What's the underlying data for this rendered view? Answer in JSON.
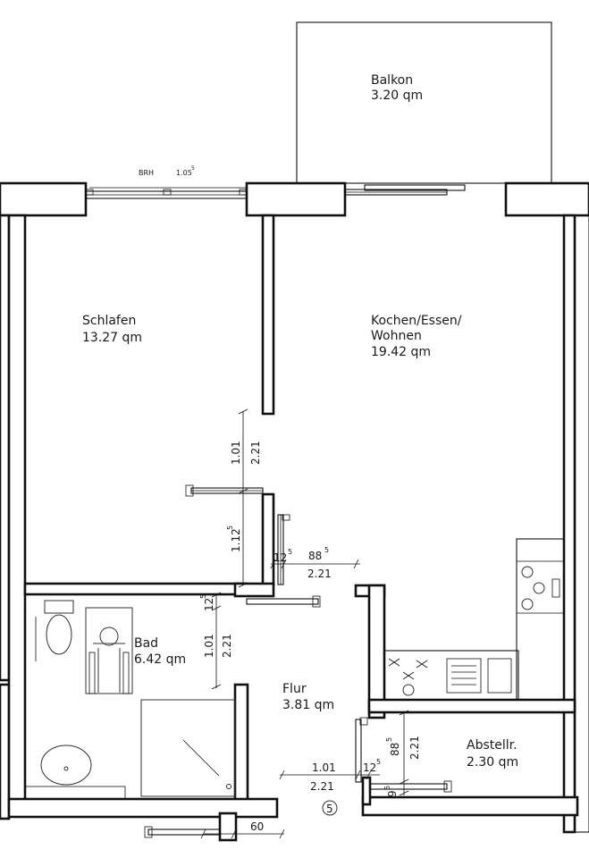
{
  "rooms": [
    {
      "name": "Balkon",
      "area": "3.20 qm"
    },
    {
      "name": "Schlafen",
      "area": "13.27 qm"
    },
    {
      "name": "Kochen/Essen/",
      "name2": "Wohnen",
      "area": "19.42 qm"
    },
    {
      "name": "Bad",
      "area": "6.42 qm"
    },
    {
      "name": "Flur",
      "area": "3.81 qm"
    },
    {
      "name": "Abstellr.",
      "area": "2.30 qm"
    }
  ],
  "window_label": {
    "brh": "BRH",
    "value": "1.05",
    "sup": "5"
  },
  "dimensions": {
    "d_101_top": "1.01",
    "d_221_top": "2.21",
    "d_112": "1.12",
    "d_112_sup": "5",
    "d_12_a": "12",
    "d_12_a_sup": "5",
    "d_88_a": "88",
    "d_88_a_sup": "5",
    "d_221_mid": "2.21",
    "d_12_b": "12",
    "d_12_b_sup": "5",
    "d_101_bad": "1.01",
    "d_221_bad": "2.21",
    "d_88_b": "88",
    "d_88_b_sup": "5",
    "d_221_abst": "2.21",
    "d_101_flur": "1.01",
    "d_221_flur": "2.21",
    "d_12_c": "12",
    "d_12_c_sup": "5",
    "d_9": "9",
    "d_9_sup": "5",
    "d_60": "60"
  },
  "marker": "5"
}
